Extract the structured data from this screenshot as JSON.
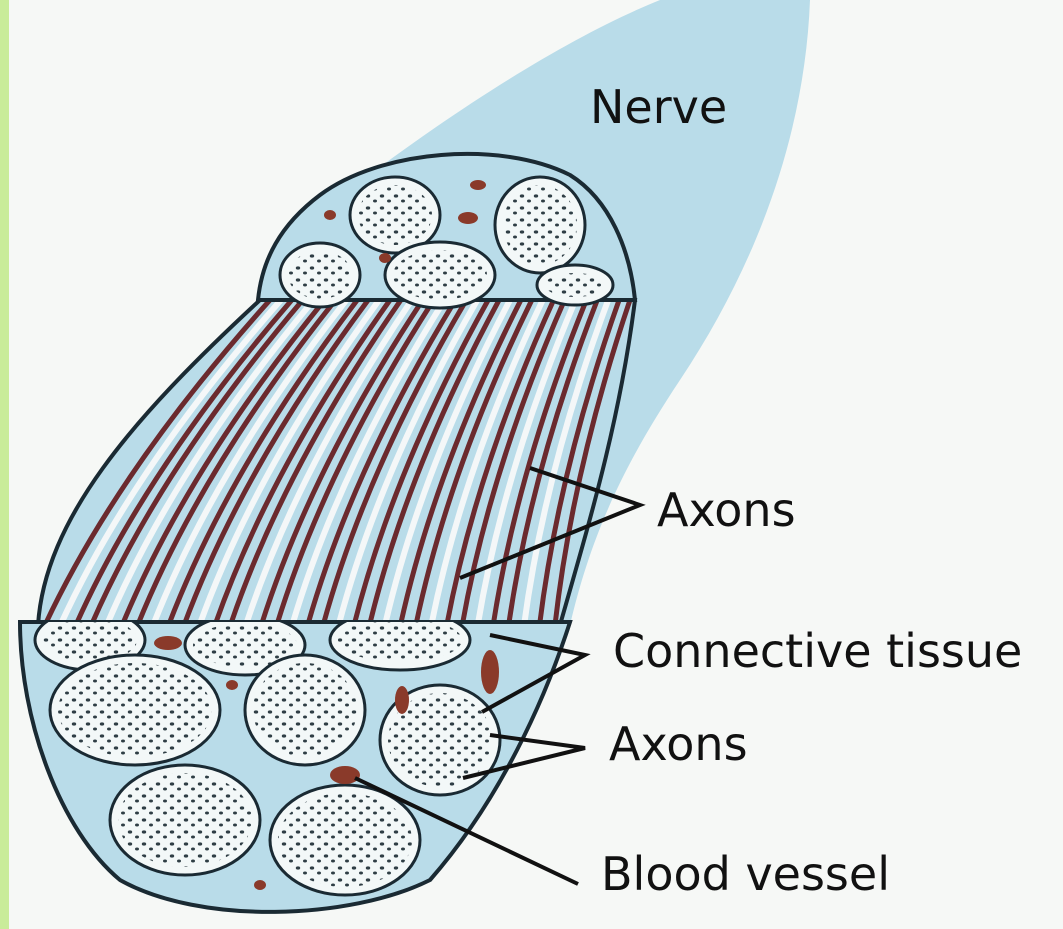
{
  "labels": {
    "nerve": "Nerve",
    "axons_top": "Axons",
    "connective_tissue": "Connective tissue",
    "axons_bottom": "Axons",
    "blood_vessel": "Blood  vessel"
  },
  "colors": {
    "background": "#f6f8f6",
    "left_strip": "#c9ec9a",
    "nerve_sheath": "#b9dce9",
    "sheath_outline": "#1a2a33",
    "fascicle_fill": "#f3f8f8",
    "axon_dark": "#6b2a2e",
    "axon_light": "#f4f7f8",
    "blood_vessel": "#8a3a2a",
    "label_text": "#111111"
  }
}
